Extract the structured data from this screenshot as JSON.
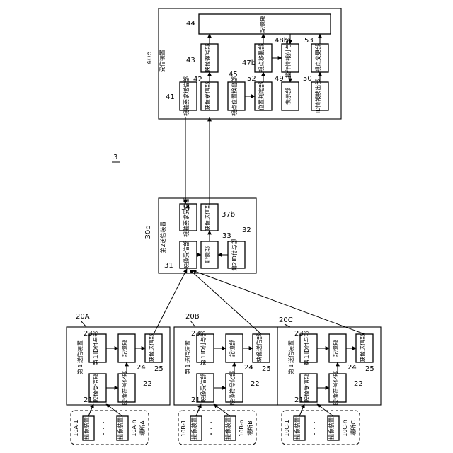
{
  "figure_number": "3",
  "sites": [
    {
      "device_ref": "20A",
      "device_title": "第１送信装置",
      "camera_first": "10A-1",
      "camera_last": "10A-n",
      "camera_label": "撮像装置",
      "dots": "・・・",
      "place_label": "場所A",
      "receiver": {
        "label": "映像受信部",
        "ref": "21"
      },
      "encoder": {
        "label": "映像符号化部",
        "ref": "22"
      },
      "id_assign": {
        "label": "第１ID付与部",
        "ref": "23"
      },
      "storage": {
        "label": "記憶部",
        "ref": "24"
      },
      "transmitter": {
        "label": "映像送信部",
        "ref": "25"
      }
    },
    {
      "device_ref": "20B",
      "device_title": "第１送信装置",
      "camera_first": "10B-1",
      "camera_last": "10B-n",
      "camera_label": "撮像装置",
      "dots": "・・・",
      "place_label": "場所B",
      "receiver": {
        "label": "映像受信部",
        "ref": "21"
      },
      "encoder": {
        "label": "映像符号化部",
        "ref": "22"
      },
      "id_assign": {
        "label": "第１ID付与部",
        "ref": "23"
      },
      "storage": {
        "label": "記憶部",
        "ref": "24"
      },
      "transmitter": {
        "label": "映像送信部",
        "ref": "25"
      }
    },
    {
      "device_ref": "20C",
      "device_title": "第１送信装置",
      "camera_first": "10C-1",
      "camera_last": "10C-n",
      "camera_label": "撮像装置",
      "dots": "・・・",
      "place_label": "場所C",
      "receiver": {
        "label": "映像受信部",
        "ref": "21"
      },
      "encoder": {
        "label": "映像符号化部",
        "ref": "22"
      },
      "id_assign": {
        "label": "第１ID付与部",
        "ref": "23"
      },
      "storage": {
        "label": "記憶部",
        "ref": "24"
      },
      "transmitter": {
        "label": "映像送信部",
        "ref": "25"
      }
    }
  ],
  "second_transmitter": {
    "ref": "30b",
    "title": "第2送信装置",
    "video_receiver": {
      "label": "映像受信部",
      "ref": "31"
    },
    "id_assign": {
      "label": "第2ID付与部",
      "ref": "32"
    },
    "storage": {
      "label": "記憶部",
      "ref": "33"
    },
    "request_receiver": {
      "label": "視聴要求受信部",
      "ref": "34"
    },
    "video_transmitter": {
      "label": "映像送信部",
      "ref": "37b"
    }
  },
  "receiving_device": {
    "ref": "40b",
    "title": "受信装置",
    "request_sender": {
      "label": "視聴要求送信部",
      "ref": "41"
    },
    "video_receiver": {
      "label": "映像受信部",
      "ref": "42"
    },
    "decoder": {
      "label": "映像復号部",
      "ref": "43"
    },
    "storage": {
      "label": "記憶部",
      "ref": "44"
    },
    "viewpoint_detector": {
      "label": "視点位置検出部",
      "ref": "45"
    },
    "position_judge": {
      "label": "位置判定部",
      "ref": "52"
    },
    "viewpoint_move": {
      "label": "視点移動部",
      "ref": "47b"
    },
    "op_info": {
      "label": "操作情報付与部",
      "ref": "48b"
    },
    "display": {
      "label": "表示部",
      "ref": "49"
    },
    "id_detector": {
      "label": "ID情報検出部",
      "ref": "50"
    },
    "viewpoint_change": {
      "label": "視点変更部",
      "ref": "53"
    }
  }
}
